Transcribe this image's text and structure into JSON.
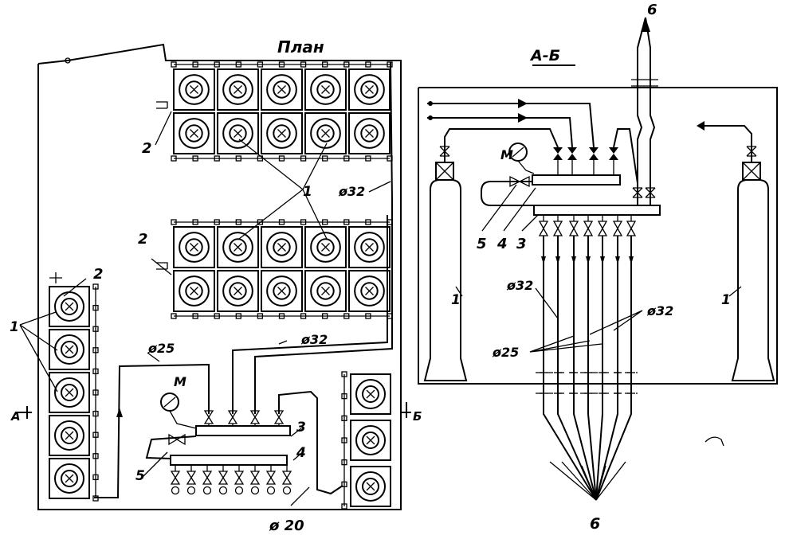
{
  "views": {
    "plan": {
      "title": "План"
    },
    "section": {
      "title": "А-Б"
    }
  },
  "labels": {
    "bank_label": "2",
    "cylinder_label": "1",
    "manometer": "М",
    "manifold_label": "3",
    "header_label": "4",
    "valve_label": "5",
    "outlet_label": "6",
    "section_mark_a": "А",
    "section_mark_b": "Б",
    "pipe_32": "ø32",
    "pipe_25": "ø25",
    "pipe_20": "ø 20"
  }
}
